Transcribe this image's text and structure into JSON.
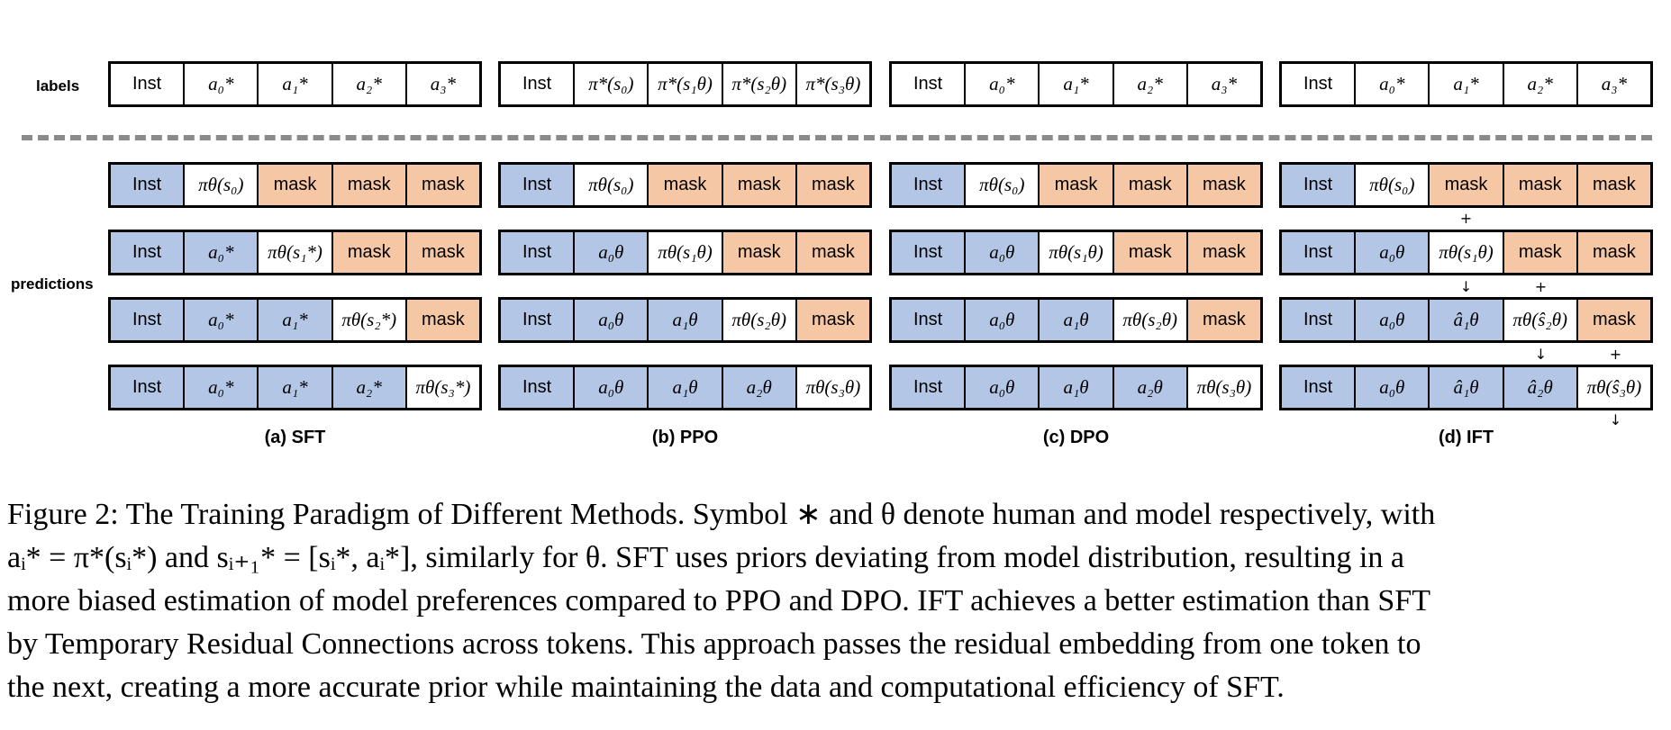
{
  "row_labels": {
    "labels": "labels",
    "predictions": "predictions"
  },
  "colors": {
    "model_token": "#b3c6e6",
    "mask_token": "#f6c7a5",
    "prediction_token": "#ffffff"
  },
  "panels": [
    {
      "caption": "(a) SFT",
      "labels": [
        "Inst",
        "a₀*",
        "a₁*",
        "a₂*",
        "a₃*"
      ],
      "predictions": [
        [
          "Inst",
          "πθ(s₀)",
          "mask",
          "mask",
          "mask"
        ],
        [
          "Inst",
          "a₀*",
          "πθ(s₁*)",
          "mask",
          "mask"
        ],
        [
          "Inst",
          "a₀*",
          "a₁*",
          "πθ(s₂*)",
          "mask"
        ],
        [
          "Inst",
          "a₀*",
          "a₁*",
          "a₂*",
          "πθ(s₃*)"
        ]
      ]
    },
    {
      "caption": "(b) PPO",
      "labels": [
        "Inst",
        "π*(s₀)",
        "π*(s₁θ)",
        "π*(s₂θ)",
        "π*(s₃θ)"
      ],
      "predictions": [
        [
          "Inst",
          "πθ(s₀)",
          "mask",
          "mask",
          "mask"
        ],
        [
          "Inst",
          "a₀θ",
          "πθ(s₁θ)",
          "mask",
          "mask"
        ],
        [
          "Inst",
          "a₀θ",
          "a₁θ",
          "πθ(s₂θ)",
          "mask"
        ],
        [
          "Inst",
          "a₀θ",
          "a₁θ",
          "a₂θ",
          "πθ(s₃θ)"
        ]
      ]
    },
    {
      "caption": "(c) DPO",
      "labels": [
        "Inst",
        "a₀*",
        "a₁*",
        "a₂*",
        "a₃*"
      ],
      "predictions": [
        [
          "Inst",
          "πθ(s₀)",
          "mask",
          "mask",
          "mask"
        ],
        [
          "Inst",
          "a₀θ",
          "πθ(s₁θ)",
          "mask",
          "mask"
        ],
        [
          "Inst",
          "a₀θ",
          "a₁θ",
          "πθ(s₂θ)",
          "mask"
        ],
        [
          "Inst",
          "a₀θ",
          "a₁θ",
          "a₂θ",
          "πθ(s₃θ)"
        ]
      ]
    },
    {
      "caption": "(d) IFT",
      "labels": [
        "Inst",
        "a₀*",
        "a₁*",
        "a₂*",
        "a₃*"
      ],
      "predictions": [
        [
          "Inst",
          "πθ(s₀)",
          "mask",
          "mask",
          "mask"
        ],
        [
          "Inst",
          "a₀θ",
          "πθ(s₁θ)",
          "mask",
          "mask"
        ],
        [
          "Inst",
          "a₀θ",
          "â₁θ",
          "πθ(ŝ₂θ)",
          "mask"
        ],
        [
          "Inst",
          "a₀θ",
          "â₁θ",
          "â₂θ",
          "πθ(ŝ₃θ)"
        ]
      ]
    }
  ],
  "ift_glyphs": {
    "plus": "+",
    "down_arrow": "↓"
  },
  "caption_lines": [
    "Figure 2: The Training Paradigm of Different Methods. Symbol ∗ and θ denote human and model respectively, with",
    "aᵢ* = π*(sᵢ*) and sᵢ₊₁* = [sᵢ*, aᵢ*], similarly for θ. SFT uses priors deviating from model distribution, resulting in a",
    "more biased estimation of model preferences compared to PPO and DPO. IFT achieves a better estimation than SFT",
    "by Temporary Residual Connections across tokens. This approach passes the residual embedding from one token to",
    "the next, creating a more accurate prior while maintaining the data and computational efficiency of SFT."
  ]
}
